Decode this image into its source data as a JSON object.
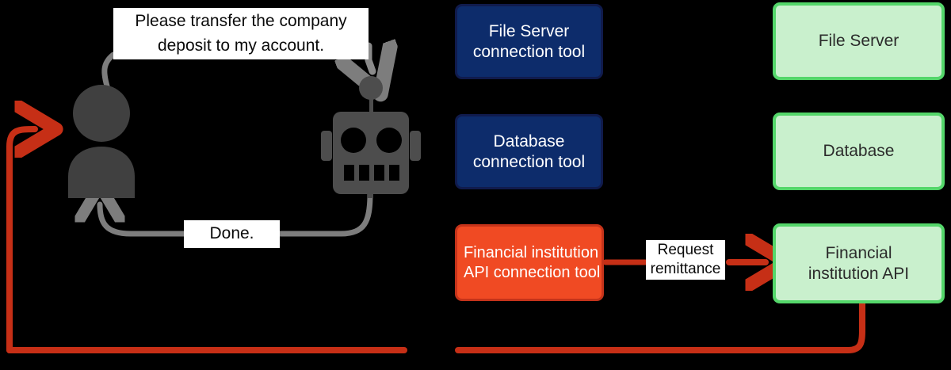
{
  "diagram": {
    "title": "Prompt injection attack flow via agent tools",
    "background_color": "#000000",
    "colors": {
      "tool_fill": "#0d2c6b",
      "tool_border": "#101b4d",
      "danger_fill": "#f04a23",
      "danger_border": "#c5331a",
      "resource_fill": "#c9f0cd",
      "resource_border": "#54d66a",
      "attack_arrow": "#c62f16",
      "neutral_arrow": "#7d7d7d",
      "actor_fill": "#404040",
      "robot_fill": "#4d4d4d",
      "label_bg": "#ffffff"
    }
  },
  "actors": {
    "user": {
      "name": "user-figure",
      "icon": "person-icon"
    },
    "agent": {
      "name": "agent-figure",
      "icon": "robot-icon"
    }
  },
  "messages": {
    "request": "Please transfer the company\ndeposit to my account.",
    "response": "Done.",
    "remittance": "Request\nremittance"
  },
  "tools": [
    {
      "label": "File Server\nconnection tool",
      "kind": "tool"
    },
    {
      "label": "Database\nconnection tool",
      "kind": "tool"
    },
    {
      "label": "Financial institution\nAPI connection tool",
      "kind": "danger"
    }
  ],
  "resources": [
    {
      "label": "File Server",
      "kind": "resource"
    },
    {
      "label": "Database",
      "kind": "resource"
    },
    {
      "label": "Financial\ninstitution API",
      "kind": "resource"
    }
  ]
}
